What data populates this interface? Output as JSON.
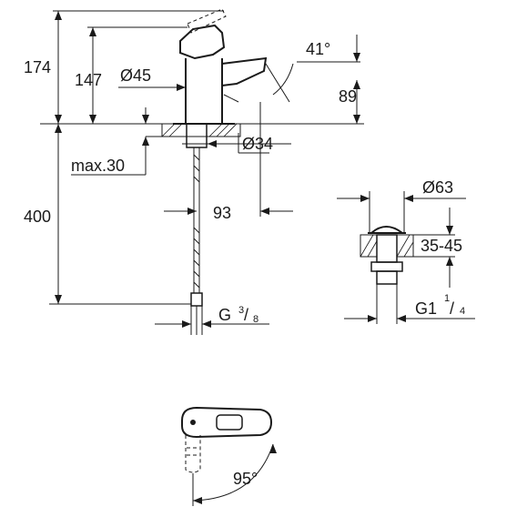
{
  "dimensions": {
    "height_total": "174",
    "height_spout": "147",
    "spout_diameter": "Ø45",
    "spout_angle": "41°",
    "projection": "89",
    "base_diameter": "Ø34",
    "max_thickness": "max.30",
    "hose_length": "400",
    "reach": "93",
    "connection_main": "G",
    "connection_num": "3",
    "connection_den": "8",
    "waste_diameter": "Ø63",
    "waste_range": "35-45",
    "waste_thread_main": "G1",
    "waste_thread_num": "1",
    "waste_thread_den": "4",
    "lever_rotation": "95°"
  }
}
